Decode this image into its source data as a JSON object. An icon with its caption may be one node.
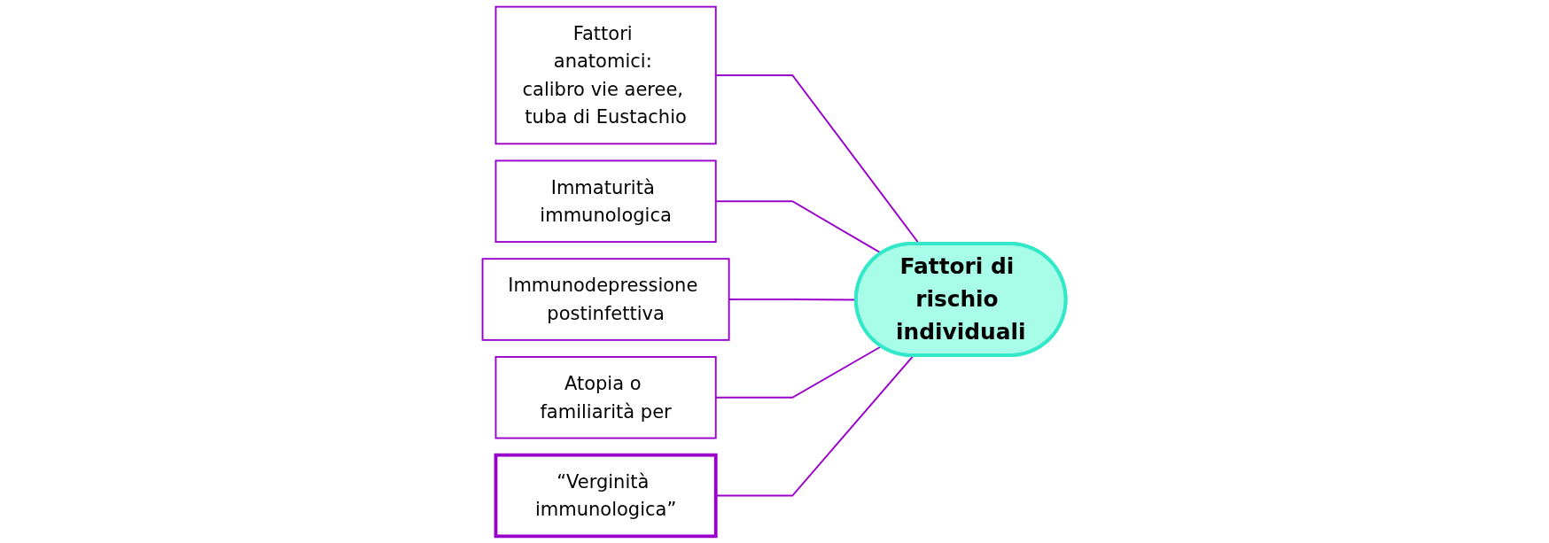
{
  "diagram": {
    "nodes": [
      {
        "text": [
          "Fattori anatomici: calibro vie aeree, tuba di Eustachio"
        ]
      },
      {
        "text": [
          "Immaturità immunologica"
        ]
      },
      {
        "text": [
          "Immunodepressione postinfettiva"
        ]
      },
      {
        "text": [
          "Atopia o familiarità per"
        ]
      },
      {
        "text": [
          "“Verginità immunologica”"
        ]
      },
      {
        "text": [
          "Fattori di rischio individuali"
        ]
      }
    ],
    "edges": [
      {
        "from": 0,
        "to": 5,
        "arrow": "none"
      },
      {
        "from": 1,
        "to": 5,
        "arrow": "none"
      },
      {
        "from": 2,
        "to": 5,
        "arrow": "none"
      },
      {
        "from": 3,
        "to": 5,
        "arrow": "none"
      },
      {
        "from": 4,
        "to": 5,
        "arrow": "none"
      }
    ]
  }
}
